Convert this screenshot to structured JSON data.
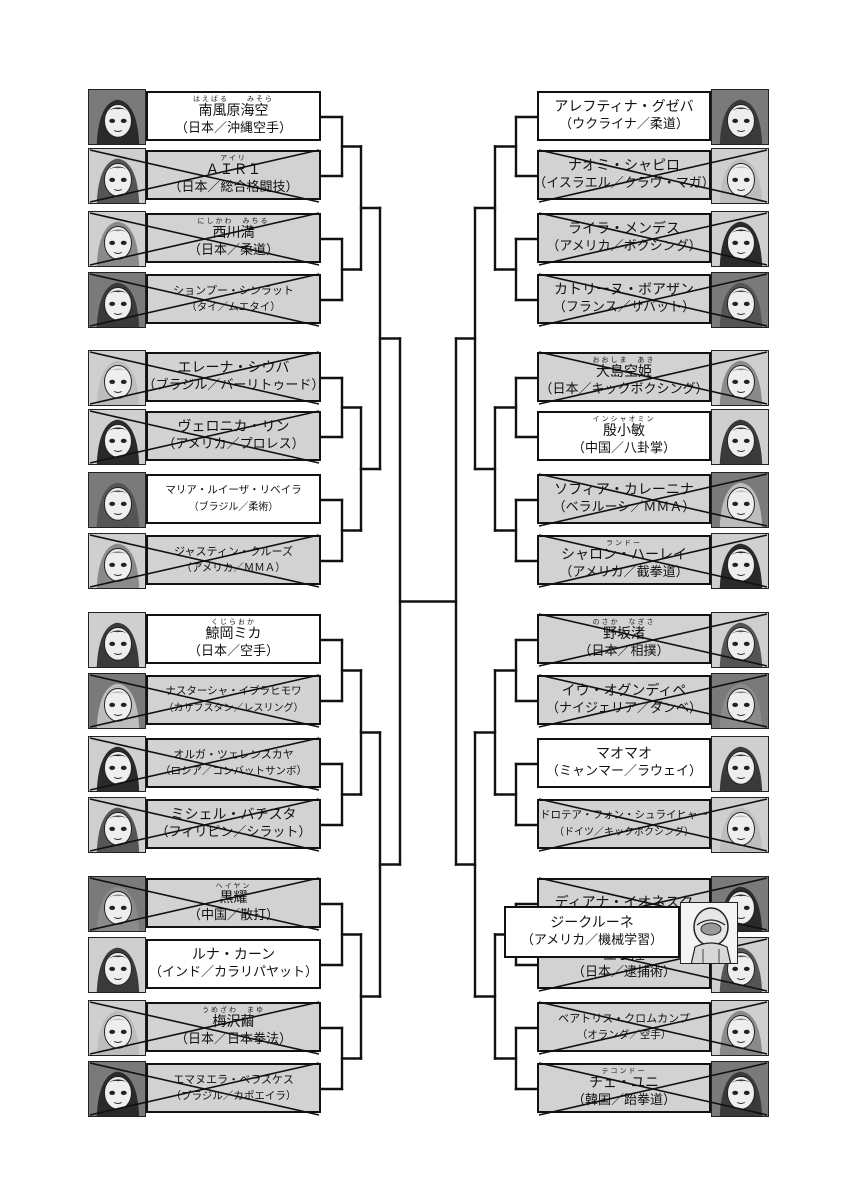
{
  "left": [
    {
      "ruby": "はえばる　　みそら",
      "name": "南風原海空",
      "country": "（日本／沖縄空手）",
      "out": false
    },
    {
      "ruby": "アイリ",
      "name": "ＡＩＲＩ",
      "country": "（日本／総合格闘技）",
      "out": true
    },
    {
      "ruby": "にしかわ　みちる",
      "name": "西川満",
      "country": "（日本／柔道）",
      "out": true
    },
    {
      "ruby": "",
      "name": "ションプー・シンラット",
      "country": "（タイ／ムエタイ）",
      "out": true
    },
    {
      "ruby": "",
      "name": "エレーナ・シウバ",
      "country": "（ブラジル／バーリトゥード）",
      "out": true
    },
    {
      "ruby": "",
      "name": "ヴェロニカ・リン",
      "country": "（アメリカ／プロレス）",
      "out": true
    },
    {
      "ruby": "",
      "name": "マリア・ルイーザ・リベイラ",
      "country": "（ブラジル／柔術）",
      "out": false
    },
    {
      "ruby": "",
      "name": "ジャスティン・クルーズ",
      "country": "（アメリカ／ＭＭＡ）",
      "out": true
    },
    {
      "ruby": "くじらおか",
      "name": "鯨岡ミカ",
      "country": "（日本／空手）",
      "out": false
    },
    {
      "ruby": "",
      "name": "ナスターシャ・イブラヒモワ",
      "country": "（カザフスタン／レスリング）",
      "out": true
    },
    {
      "ruby": "",
      "name": "オルガ・ツェレンスカヤ",
      "country": "（ロシア／コンバットサンボ）",
      "out": true
    },
    {
      "ruby": "",
      "name": "ミシェル・バチスタ",
      "country": "（フィリピン／シラット）",
      "out": true
    },
    {
      "ruby": "ヘイヤン",
      "name": "黒耀",
      "country": "（中国／散打）",
      "out": true
    },
    {
      "ruby": "",
      "name": "ルナ・カーン",
      "country": "（インド／カラリパヤット）",
      "out": false
    },
    {
      "ruby": "うめざわ　まゆ",
      "name": "梅沢繭",
      "country": "（日本／日本拳法）",
      "out": true
    },
    {
      "ruby": "",
      "name": "エマヌエラ・ベラスケス",
      "country": "（ブラジル／カポエイラ）",
      "out": true
    }
  ],
  "right": [
    {
      "ruby": "",
      "name": "アレフティナ・グゼバ",
      "country": "（ウクライナ／柔道）",
      "out": false
    },
    {
      "ruby": "",
      "name": "ナオミ・シャピロ",
      "country": "（イスラエル／クラヴ・マガ）",
      "out": true
    },
    {
      "ruby": "",
      "name": "ライラ・メンデス",
      "country": "（アメリカ／ボクシング）",
      "out": true
    },
    {
      "ruby": "",
      "name": "カトリーヌ・ボアザン",
      "country": "（フランス／サバット）",
      "out": true
    },
    {
      "ruby": "おおしま　あき",
      "name": "大島空姫",
      "country": "（日本／キックボクシング）",
      "out": true
    },
    {
      "ruby": "インシャオミン",
      "name": "殷小敏",
      "country": "（中国／八卦掌）",
      "out": false
    },
    {
      "ruby": "",
      "name": "ソフィア・カレーニナ",
      "country": "（ベラルーシ／ＭＭＡ）",
      "out": true
    },
    {
      "ruby": "ランドー",
      "name": "シャロン・ハーレイ",
      "country": "（アメリカ／截拳道）",
      "out": true
    },
    {
      "ruby": "のさか　なぎさ",
      "name": "野坂渚",
      "country": "（日本／相撲）",
      "out": true
    },
    {
      "ruby": "",
      "name": "イウ・オグンディペ",
      "country": "（ナイジェリア／ダンベ）",
      "out": true
    },
    {
      "ruby": "",
      "name": "マオマオ",
      "country": "（ミャンマー／ラウェイ）",
      "out": false
    },
    {
      "ruby": "",
      "name": "ドロテア・フォン・シュライヒャー",
      "country": "（ドイツ／キックボクシング）",
      "out": true
    },
    {
      "ruby": "",
      "name": "ディアナ・イオネスク",
      "country": "",
      "out": true
    },
    {
      "ruby": "",
      "name": "金子隆",
      "country": "（日本／逮捕術）",
      "out": true
    },
    {
      "ruby": "",
      "name": "ベアトリス・クロムカンプ",
      "country": "（オランダ／空手）",
      "out": true
    },
    {
      "ruby": "テコンドー",
      "name": "チェ・ユニ",
      "country": "（韓国／跆拳道）",
      "out": true
    }
  ],
  "overlay": {
    "name": "ジークルーネ",
    "country": "（アメリカ／機械学習）"
  }
}
